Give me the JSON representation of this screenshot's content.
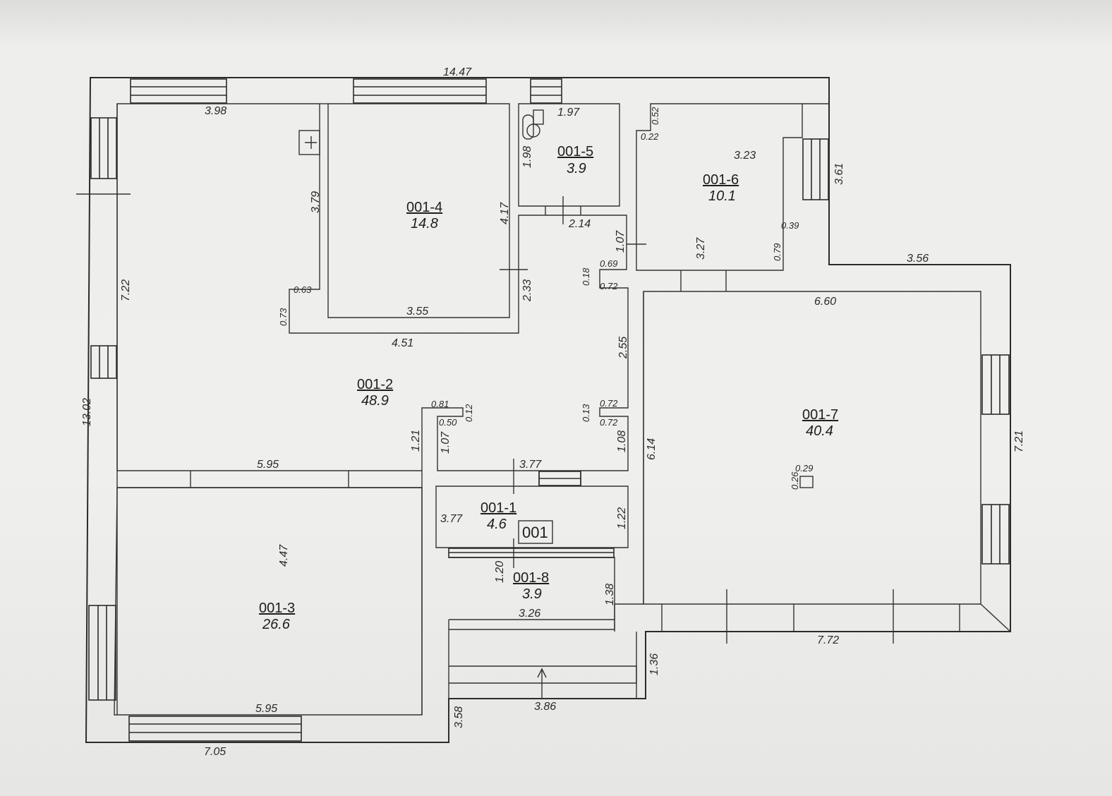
{
  "plan": {
    "apartment_label": "001",
    "rooms": [
      {
        "id": "001-1",
        "area": "4.6"
      },
      {
        "id": "001-2",
        "area": "48.9"
      },
      {
        "id": "001-3",
        "area": "26.6"
      },
      {
        "id": "001-4",
        "area": "14.8"
      },
      {
        "id": "001-5",
        "area": "3.9"
      },
      {
        "id": "001-6",
        "area": "10.1"
      },
      {
        "id": "001-7",
        "area": "40.4"
      },
      {
        "id": "001-8",
        "area": "3.9"
      }
    ],
    "dimensions": {
      "top_overall": "14.47",
      "left_overall": "13.02",
      "bottom_left": "7.05",
      "bottom_right": "7.72",
      "right_1": "7.21",
      "right_notch": "3.56",
      "r6_right": "3.61",
      "r2_top": "3.98",
      "r2_left": "7.22",
      "r2_inner_v": "3.79",
      "r2_step_h": "0.63",
      "r2_step_v": "0.73",
      "r2_bottom_mid": "4.51",
      "r2_bottom": "5.95",
      "r2_bottom_v": "1.21",
      "r4_right": "4.17",
      "r4_bottom": "3.55",
      "r4_corner_v": "2.33",
      "r5_top": "1.97",
      "r5_left": "1.98",
      "r5_bottom": "2.14",
      "corr_v": "1.07",
      "corr_069": "0.69",
      "corr_018": "0.18",
      "corr_072a": "0.72",
      "corr_255": "2.55",
      "corr_072b": "0.72",
      "corr_013": "0.13",
      "corr_072c": "0.72",
      "corr_108": "1.08",
      "nook_081": "0.81",
      "nook_012": "0.12",
      "nook_050": "0.50",
      "nook_107": "1.07",
      "r6_022": "0.22",
      "r6_052": "0.52",
      "r6_top": "3.23",
      "r6_327": "3.27",
      "r6_039": "0.39",
      "r6_079": "0.79",
      "r7_top": "6.60",
      "r7_left": "6.14",
      "r7_col_w": "0.29",
      "r7_col_h": "0.26",
      "r1_top": "3.77",
      "r1_left": "3.77",
      "r1_right": "1.22",
      "r8_left": "1.20",
      "r8_right": "1.38",
      "r8_bottom": "3.26",
      "porch_v": "1.36",
      "porch_bottom": "3.86",
      "r3_v": "4.47",
      "r3_bottom": "5.95",
      "r3_right_out": "3.58"
    }
  }
}
